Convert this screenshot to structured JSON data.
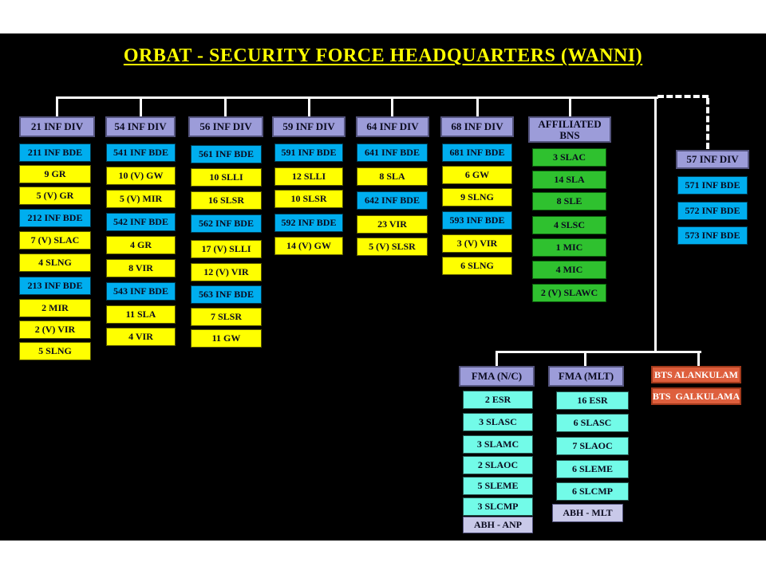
{
  "title": "ORBAT - SECURITY FORCE HEADQUARTERS (WANNI)",
  "colors": {
    "background": "#000000",
    "page_margin": "#FFFFFF",
    "title_text": "#FFFF00",
    "division_header": "#9C9CD9",
    "inf_bde_blue": "#00AEEF",
    "battalion_yellow": "#FFFF00",
    "affiliated_green": "#2FC12F",
    "fma_cyan": "#72FBE8",
    "abh_lavender": "#C9C9E9",
    "bts_orange": "#DE5F3D",
    "connector_line": "#FFFFFF"
  },
  "divisions": [
    {
      "name": "21 INF DIV",
      "units": [
        {
          "label": "211 INF BDE",
          "type": "bde"
        },
        {
          "label": "9 GR",
          "type": "bn"
        },
        {
          "label": "5 (V) GR",
          "type": "bn"
        },
        {
          "label": "212 INF BDE",
          "type": "bde"
        },
        {
          "label": "7 (V) SLAC",
          "type": "bn"
        },
        {
          "label": "4 SLNG",
          "type": "bn"
        },
        {
          "label": "213 INF BDE",
          "type": "bde"
        },
        {
          "label": "2 MIR",
          "type": "bn"
        },
        {
          "label": "2 (V) VIR",
          "type": "bn"
        },
        {
          "label": "5 SLNG",
          "type": "bn"
        }
      ]
    },
    {
      "name": "54 INF DIV",
      "units": [
        {
          "label": "541 INF BDE",
          "type": "bde"
        },
        {
          "label": "10 (V) GW",
          "type": "bn"
        },
        {
          "label": "5 (V) MIR",
          "type": "bn"
        },
        {
          "label": "542 INF BDE",
          "type": "bde"
        },
        {
          "label": "4 GR",
          "type": "bn"
        },
        {
          "label": "8 VIR",
          "type": "bn"
        },
        {
          "label": "543 INF BDE",
          "type": "bde"
        },
        {
          "label": "11 SLA",
          "type": "bn"
        },
        {
          "label": "4 VIR",
          "type": "bn"
        }
      ]
    },
    {
      "name": "56 INF DIV",
      "units": [
        {
          "label": "561 INF BDE",
          "type": "bde"
        },
        {
          "label": "10 SLLI",
          "type": "bn"
        },
        {
          "label": "16 SLSR",
          "type": "bn"
        },
        {
          "label": "562 INF BDE",
          "type": "bde"
        },
        {
          "label": "17 (V) SLLI",
          "type": "bn"
        },
        {
          "label": "12 (V) VIR",
          "type": "bn"
        },
        {
          "label": "563 INF BDE",
          "type": "bde"
        },
        {
          "label": "7 SLSR",
          "type": "bn"
        },
        {
          "label": "11 GW",
          "type": "bn"
        }
      ]
    },
    {
      "name": "59 INF DIV",
      "units": [
        {
          "label": "591 INF BDE",
          "type": "bde"
        },
        {
          "label": "12 SLLI",
          "type": "bn"
        },
        {
          "label": "10 SLSR",
          "type": "bn"
        },
        {
          "label": "592 INF BDE",
          "type": "bde"
        },
        {
          "label": "14 (V) GW",
          "type": "bn"
        }
      ]
    },
    {
      "name": "64 INF DIV",
      "units": [
        {
          "label": "641 INF BDE",
          "type": "bde"
        },
        {
          "label": "8 SLA",
          "type": "bn"
        },
        {
          "label": "642 INF BDE",
          "type": "bde"
        },
        {
          "label": "23 VIR",
          "type": "bn"
        },
        {
          "label": "5 (V) SLSR",
          "type": "bn"
        }
      ]
    },
    {
      "name": "68 INF DIV",
      "units": [
        {
          "label": "681 INF BDE",
          "type": "bde"
        },
        {
          "label": "6 GW",
          "type": "bn"
        },
        {
          "label": "9 SLNG",
          "type": "bn"
        },
        {
          "label": "593 INF BDE",
          "type": "bde"
        },
        {
          "label": "3 (V) VIR",
          "type": "bn"
        },
        {
          "label": "6 SLNG",
          "type": "bn"
        }
      ]
    }
  ],
  "affiliated": {
    "name": "AFFILIATED BNS",
    "units": [
      "3 SLAC",
      "14 SLA",
      "8 SLE",
      "4 SLSC",
      "1 MIC",
      "4 MIC",
      "2 (V) SLAWC"
    ]
  },
  "div57": {
    "name": "57 INF DIV",
    "units": [
      "571 INF BDE",
      "572 INF BDE",
      "573 INF BDE"
    ]
  },
  "fma_nc": {
    "name": "FMA (N/C)",
    "units": [
      "2 ESR",
      "3 SLASC",
      "3 SLAMC",
      "2 SLAOC",
      "5 SLEME",
      "3 SLCMP"
    ],
    "abh": "ABH - ANP"
  },
  "fma_mlt": {
    "name": "FMA (MLT)",
    "units": [
      "16 ESR",
      "6 SLASC",
      "7 SLAOC",
      "6 SLEME",
      "6 SLCMP"
    ],
    "abh": "ABH - MLT"
  },
  "bts": {
    "items": [
      "BTS ALANKULAM",
      "BTS  GALKULAMA"
    ]
  }
}
